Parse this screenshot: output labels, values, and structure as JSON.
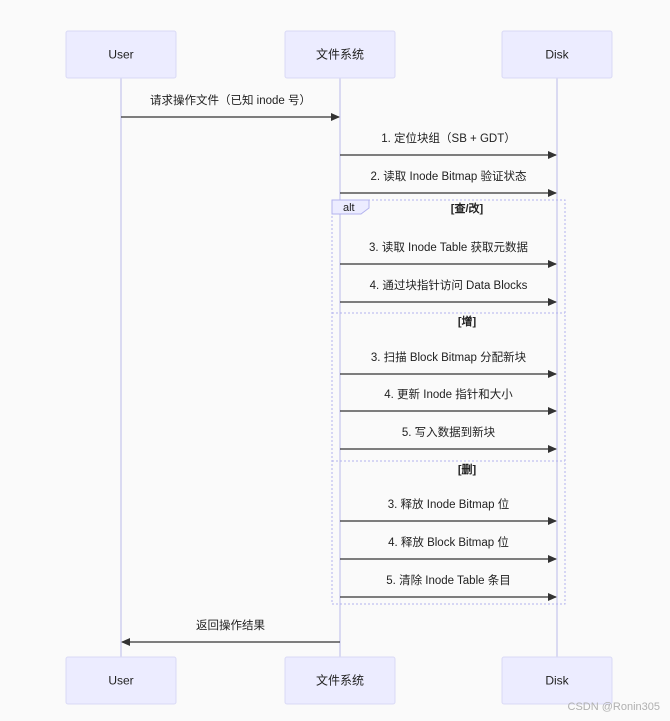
{
  "participants": [
    {
      "id": "user",
      "label": "User"
    },
    {
      "id": "fs",
      "label": "文件系统"
    },
    {
      "id": "disk",
      "label": "Disk"
    }
  ],
  "messages": [
    {
      "from": "user",
      "to": "fs",
      "text": "请求操作文件（已知 inode 号）"
    },
    {
      "from": "fs",
      "to": "disk",
      "text": "1. 定位块组（SB + GDT）"
    },
    {
      "from": "fs",
      "to": "disk",
      "text": "2. 读取 Inode Bitmap 验证状态"
    },
    {
      "from": "fs",
      "to": "disk",
      "text": "3. 读取 Inode Table 获取元数据"
    },
    {
      "from": "fs",
      "to": "disk",
      "text": "4. 通过块指针访问 Data Blocks"
    },
    {
      "from": "fs",
      "to": "disk",
      "text": "3. 扫描 Block Bitmap 分配新块"
    },
    {
      "from": "fs",
      "to": "disk",
      "text": "4. 更新 Inode 指针和大小"
    },
    {
      "from": "fs",
      "to": "disk",
      "text": "5. 写入数据到新块"
    },
    {
      "from": "fs",
      "to": "disk",
      "text": "3. 释放 Inode Bitmap 位"
    },
    {
      "from": "fs",
      "to": "disk",
      "text": "4. 释放 Block Bitmap 位"
    },
    {
      "from": "fs",
      "to": "disk",
      "text": "5. 清除 Inode Table 条目"
    },
    {
      "from": "fs",
      "to": "user",
      "text": "返回操作结果"
    }
  ],
  "alt_frame": {
    "kind": "alt",
    "sections": [
      {
        "label": "[查/改]"
      },
      {
        "label": "[增]"
      },
      {
        "label": "[删]"
      }
    ]
  },
  "watermark": "CSDN @Ronin305"
}
